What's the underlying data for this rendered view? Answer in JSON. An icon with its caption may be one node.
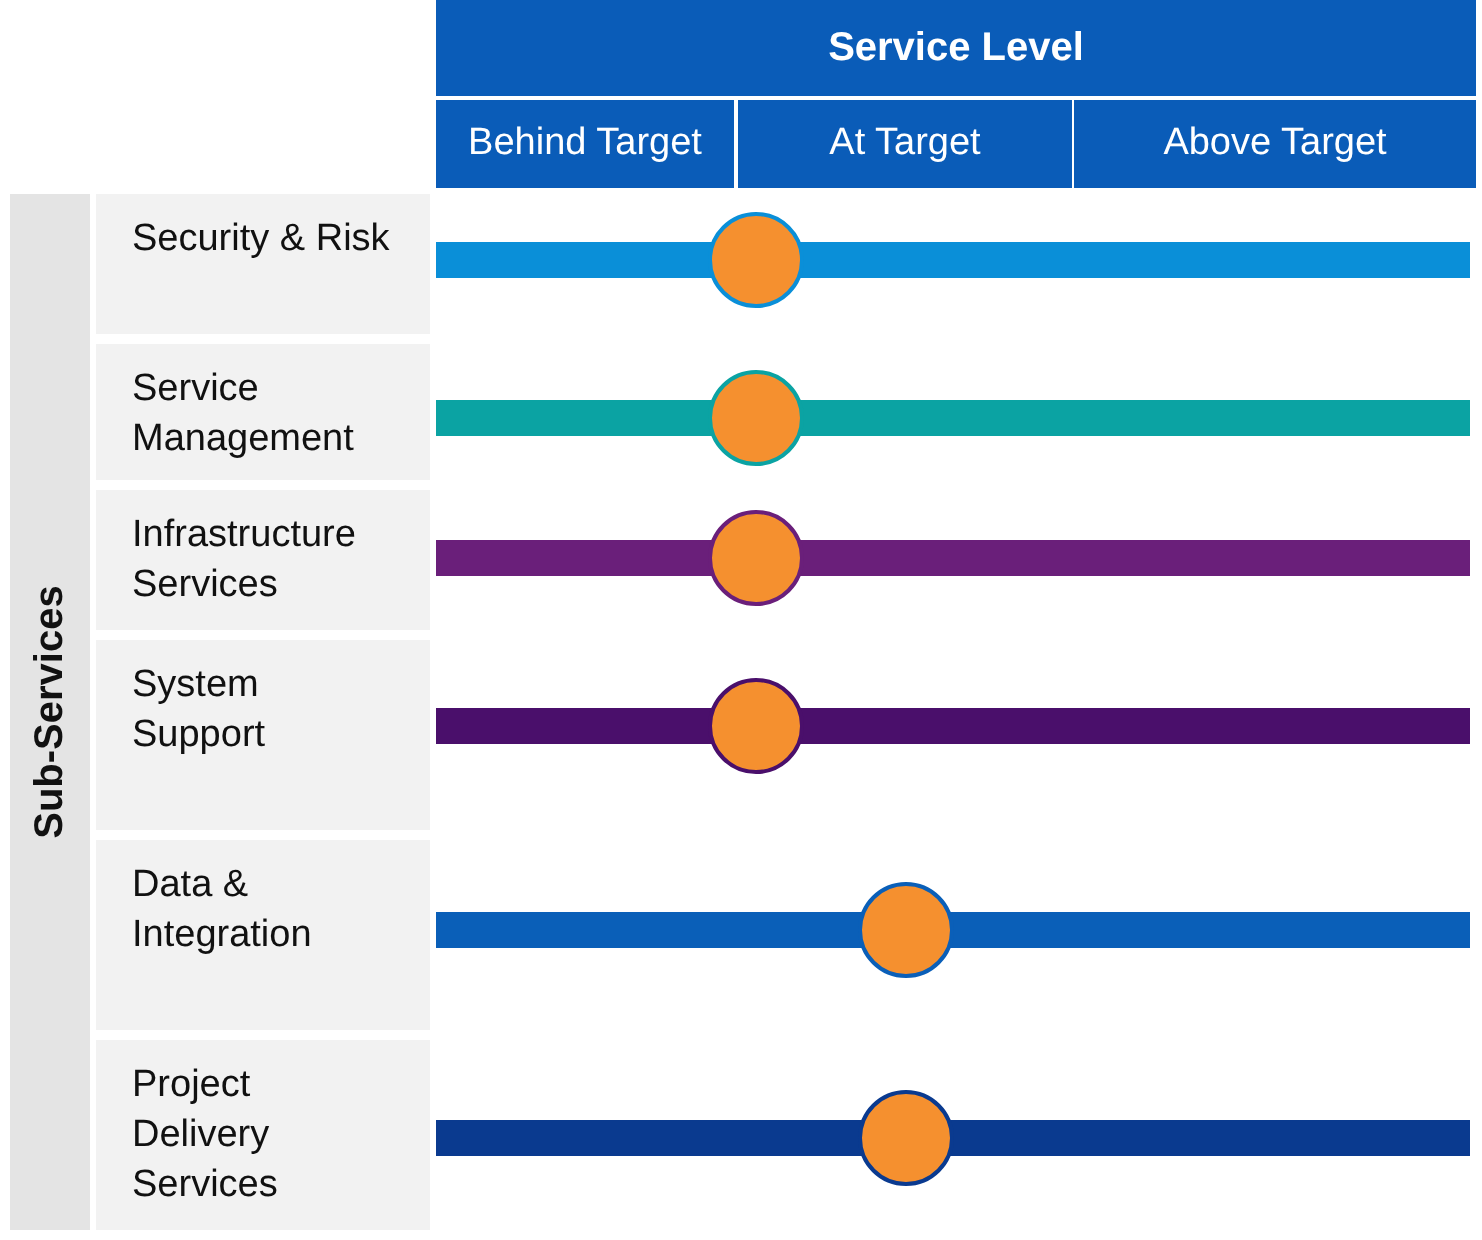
{
  "diagram": {
    "nodes": [
      {
        "text": [],
        "shape": "bar"
      },
      {
        "text": [],
        "shape": "circle"
      },
      {
        "text": [],
        "shape": "bar"
      },
      {
        "text": [],
        "shape": "circle"
      },
      {
        "text": [],
        "shape": "bar"
      },
      {
        "text": [],
        "shape": "circle"
      },
      {
        "text": [],
        "shape": "bar"
      },
      {
        "text": [],
        "shape": "circle"
      },
      {
        "text": [],
        "shape": "bar"
      },
      {
        "text": [],
        "shape": "circle"
      },
      {
        "text": [],
        "shape": "bar"
      },
      {
        "text": [],
        "shape": "circle"
      }
    ],
    "labels": [
      "Service Level",
      "Behind Target",
      "At Target",
      "Above Target",
      "Sub-Services",
      "Security & Risk",
      "Service Management",
      "Infrastructure Services",
      "System Support",
      "Data & Integration",
      "Project Delivery Services"
    ]
  }
}
